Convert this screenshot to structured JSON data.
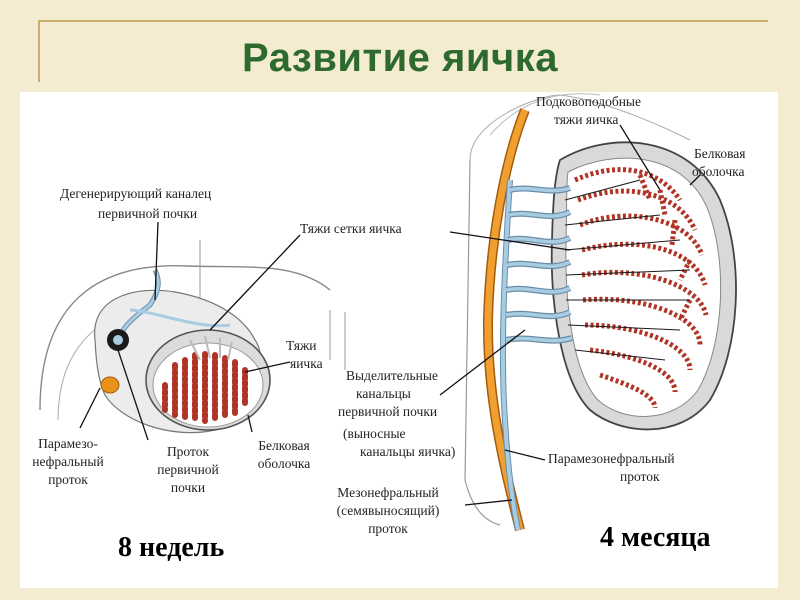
{
  "title": "Развитие яичка",
  "stage_left": "8 недель",
  "stage_right": "4 месяца",
  "labels": {
    "degenerating_tubule_l1": "Дегенерирующий каналец",
    "degenerating_tubule_l2": "первичной почки",
    "rete_cords": "Тяжи сетки яичка",
    "cords_l1": "Тяжи",
    "cords_l2": "яичка",
    "paramesonephric_l1": "Парамезо-",
    "paramesonephric_l2": "нефральный",
    "paramesonephric_l3": "проток",
    "primary_duct_l1": "Проток",
    "primary_duct_l2": "первичной",
    "primary_duct_l3": "почки",
    "albuginea_left_l1": "Белковая",
    "albuginea_left_l2": "оболочка",
    "horseshoe_l1": "Подковоподобные",
    "horseshoe_l2": "тяжи яичка",
    "albuginea_right_l1": "Белковая",
    "albuginea_right_l2": "оболочка",
    "excretory_l1": "Выделительные",
    "excretory_l2": "канальцы",
    "excretory_l3": "первичной почки",
    "excretory_l4": "(выносные",
    "excretory_l5": "канальцы яичка)",
    "paramesonephric_right_l1": "Парамезонефральный",
    "paramesonephric_right_l2": "проток",
    "mesonephric_l1": "Мезонефральный",
    "mesonephric_l2": "(семявыносящий)",
    "mesonephric_l3": "проток"
  },
  "colors": {
    "title": "#2e6a2e",
    "background": "#f3ecd0",
    "orange_duct": "#e8921c",
    "blue_duct": "#9cc3dc",
    "cord_red": "#c0392b"
  }
}
